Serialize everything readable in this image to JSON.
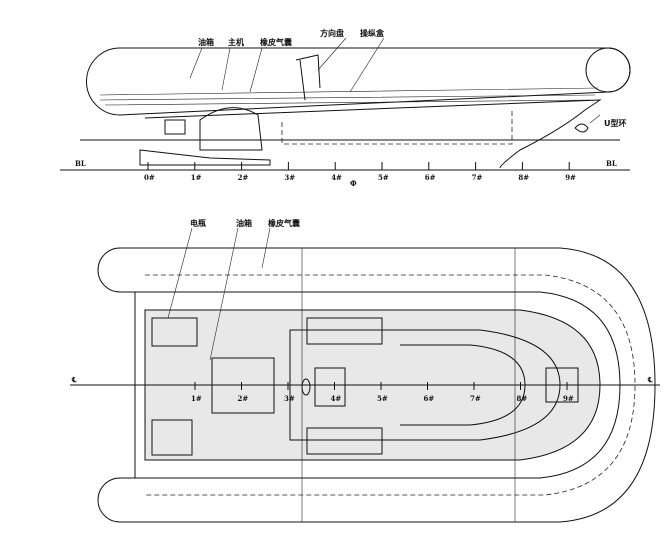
{
  "side_view": {
    "labels": {
      "fuel_tank": "油箱",
      "main_engine": "主机",
      "rubber_airbag": "橡皮气囊",
      "steering_wheel": "方向盘",
      "control_box": "操纵盒",
      "u_ring": "U型环"
    },
    "baseline_left": "BL",
    "baseline_right": "BL",
    "midship_symbol": "Ф",
    "stations": [
      "0#",
      "1#",
      "2#",
      "3#",
      "4#",
      "5#",
      "6#",
      "7#",
      "8#",
      "9#"
    ]
  },
  "plan_view": {
    "labels": {
      "battery": "电瓶",
      "fuel_tank": "油箱",
      "rubber_airbag": "橡皮气囊"
    },
    "centerline_left": "℄",
    "centerline_right": "℄",
    "stations": [
      "1#",
      "2#",
      "3#",
      "4#",
      "5#",
      "6#",
      "7#",
      "8#",
      "9#"
    ]
  }
}
